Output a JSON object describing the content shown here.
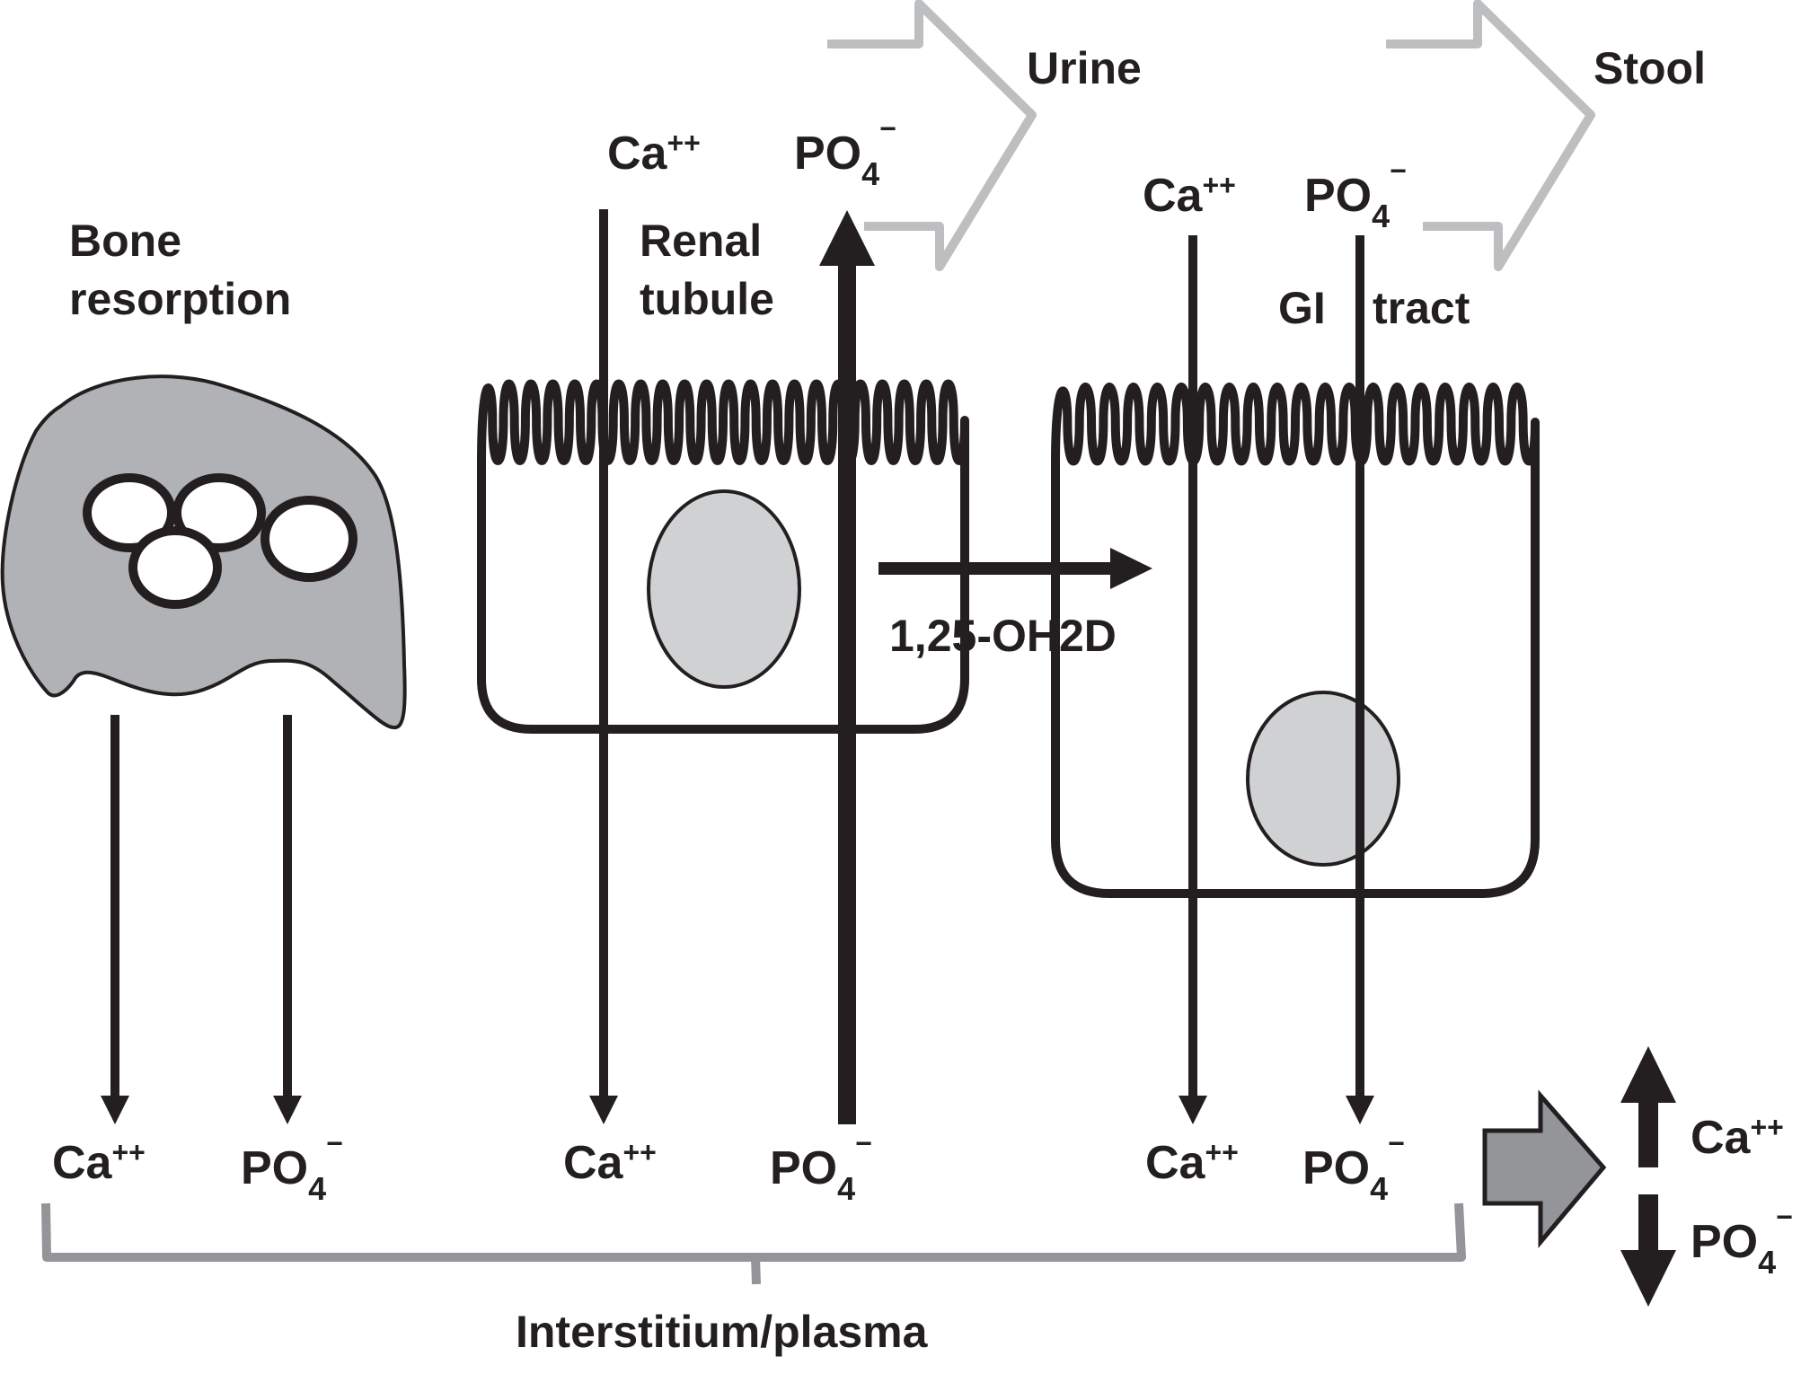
{
  "diagram": {
    "title": "Calcium and phosphate handling: bone, renal tubule, GI tract",
    "colors": {
      "ink": "#231f20",
      "bone_fill": "#b1b2b5",
      "nucleus_fill": "#d0d1d3",
      "excretion_arrow": "#bcbec0",
      "bracket": "#939598",
      "result_arrow_fill": "#939598"
    },
    "compartments": {
      "bone": {
        "label_line1": "Bone",
        "label_line2": "resorption"
      },
      "renal": {
        "label_line1": "Renal",
        "label_line2": "tubule"
      },
      "gi": {
        "label_word1": "GI",
        "label_word2": "tract"
      }
    },
    "excretion": {
      "urine": "Urine",
      "stool": "Stool"
    },
    "hormone": {
      "label": "1,25-OH2D"
    },
    "ions": {
      "ca_base": "Ca",
      "ca_charge": "++",
      "po4_base": "PO",
      "po4_subscript": "4",
      "po4_charge": "−"
    },
    "flows": [
      {
        "id": "bone-ca",
        "ion": "Ca++",
        "from": "Bone resorption",
        "to": "Interstitium/plasma",
        "weight": "normal"
      },
      {
        "id": "bone-po4",
        "ion": "PO4-",
        "from": "Bone resorption",
        "to": "Interstitium/plasma",
        "weight": "normal"
      },
      {
        "id": "renal-ca",
        "ion": "Ca++",
        "from": "Renal tubule lumen",
        "to": "Interstitium/plasma",
        "weight": "normal"
      },
      {
        "id": "renal-po4",
        "ion": "PO4-",
        "from": "Interstitium/plasma",
        "to": "Urine",
        "weight": "thick"
      },
      {
        "id": "gi-ca",
        "ion": "Ca++",
        "from": "GI tract lumen",
        "to": "Interstitium/plasma",
        "weight": "normal"
      },
      {
        "id": "gi-po4",
        "ion": "PO4-",
        "from": "GI tract lumen",
        "to": "Interstitium/plasma",
        "weight": "normal"
      },
      {
        "id": "vitd",
        "ion": "1,25-OH2D",
        "from": "Renal tubule",
        "to": "GI tract",
        "weight": "medium"
      }
    ],
    "plasma_label": "Interstitium/plasma",
    "result": {
      "ca_direction": "up",
      "po4_direction": "down"
    }
  }
}
